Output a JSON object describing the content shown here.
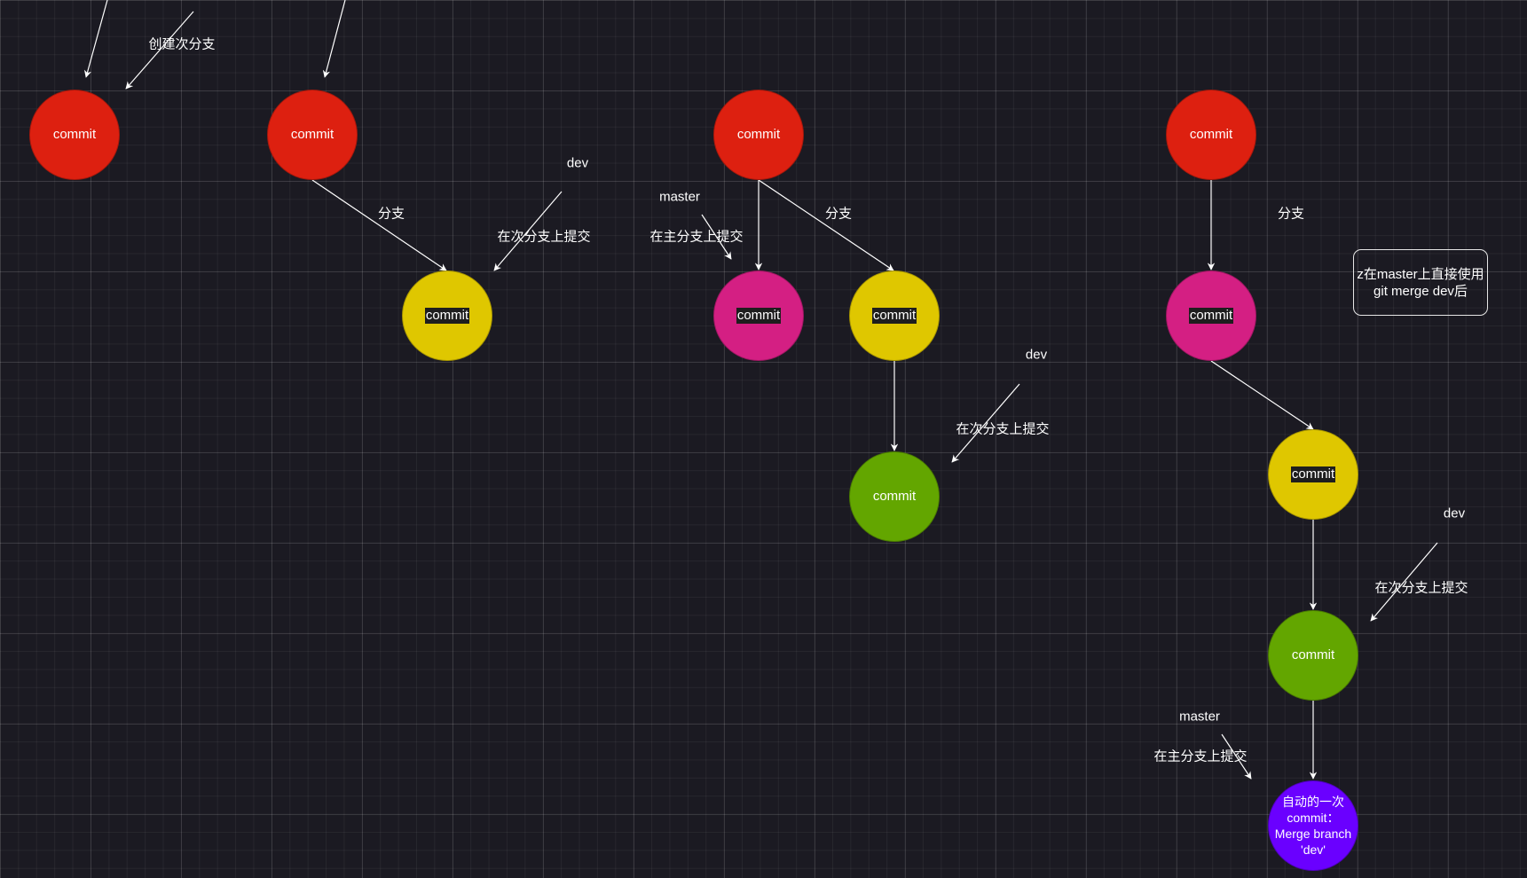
{
  "colors": {
    "red": "#dd2010",
    "yellow": "#dfc700",
    "magenta": "#d41f83",
    "green": "#63a600",
    "purple": "#6a00ff",
    "arrow": "#ffffff",
    "background": "#1b1a22"
  },
  "nodes": {
    "c1": "commit",
    "c2": "commit",
    "c3": "commit",
    "c4": "commit",
    "c5": "commit",
    "c6": "commit",
    "c7": "commit",
    "c8": "commit",
    "c9": "commit",
    "c10": "commit",
    "c11": "commit",
    "c12": "自动的一次\ncommit：\nMerge branch\n'dev'"
  },
  "labels": {
    "create_branch": "创建次分支",
    "branch_1": "分支",
    "dev_1": "dev",
    "commit_on_dev_1": "在次分支上提交",
    "master_1": "master",
    "commit_on_master_1": "在主分支上提交",
    "branch_2": "分支",
    "dev_2": "dev",
    "commit_on_dev_2": "在次分支上提交",
    "branch_3": "分支",
    "dev_3": "dev",
    "commit_on_dev_3": "在次分支上提交",
    "master_2": "master",
    "commit_on_master_2": "在主分支上提交"
  },
  "note": "z在master上直接使用git merge dev后"
}
